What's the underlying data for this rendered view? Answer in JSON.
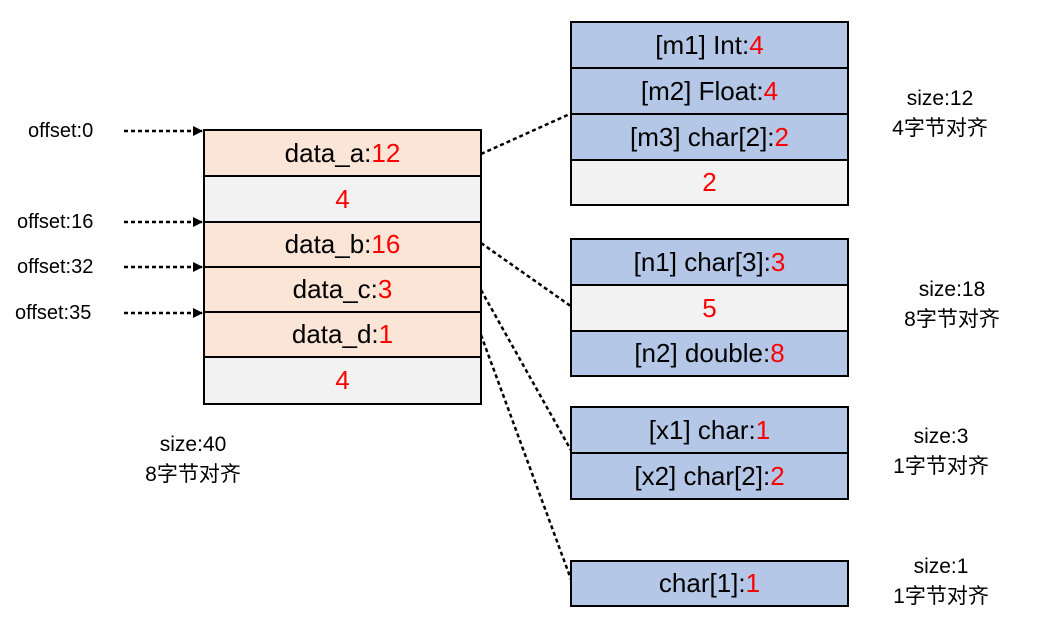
{
  "main_struct": {
    "rows": [
      {
        "name": "data_a:",
        "value": "12"
      },
      {
        "name": "",
        "value": "4"
      },
      {
        "name": "data_b:",
        "value": "16"
      },
      {
        "name": "data_c:",
        "value": "3"
      },
      {
        "name": "data_d:",
        "value": "1"
      },
      {
        "name": "",
        "value": "4"
      }
    ],
    "size_text": "size:40",
    "align_text": "8字节对齐"
  },
  "offsets": [
    "offset:0",
    "offset:16",
    "offset:32",
    "offset:35"
  ],
  "sub_structs": [
    {
      "rows": [
        {
          "name": "[m1] Int:",
          "value": "4"
        },
        {
          "name": "[m2] Float:",
          "value": "4"
        },
        {
          "name": "[m3] char[2]:",
          "value": "2"
        },
        {
          "name": "",
          "value": "2"
        }
      ],
      "size_text": "size:12",
      "align_text": "4字节对齐"
    },
    {
      "rows": [
        {
          "name": "[n1] char[3]:",
          "value": "3"
        },
        {
          "name": "",
          "value": "5"
        },
        {
          "name": "[n2] double:",
          "value": "8"
        }
      ],
      "size_text": "size:18",
      "align_text": "8字节对齐"
    },
    {
      "rows": [
        {
          "name": "[x1] char:",
          "value": "1"
        },
        {
          "name": "[x2] char[2]:",
          "value": "2"
        }
      ],
      "size_text": "size:3",
      "align_text": "1字节对齐"
    },
    {
      "rows": [
        {
          "name": "char[1]:",
          "value": "1"
        }
      ],
      "size_text": "size:1",
      "align_text": "1字节对齐"
    }
  ]
}
